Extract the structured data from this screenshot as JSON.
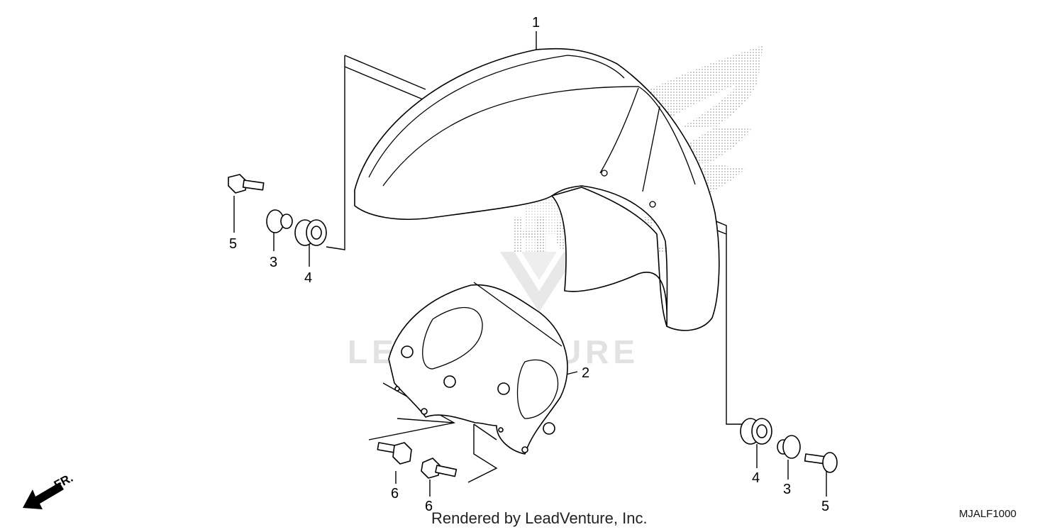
{
  "diagram": {
    "callouts": {
      "fender_label": "1",
      "inner_fender_label": "2",
      "collar_left_label": "3",
      "grommet_left_label": "4",
      "bolt_left_label": "5",
      "collar_right_label": "3",
      "grommet_right_label": "4",
      "bolt_right_label": "5",
      "flange_bolt_a_label": "6",
      "flange_bolt_b_label": "6"
    },
    "direction_label": "FR.",
    "watermark": "LEADVENTURE",
    "brand_logo": "HONDA",
    "icons": {
      "front_direction": "arrow-front-icon",
      "brand": "honda-wing-logo",
      "watermark": "leadventure-logo"
    }
  },
  "footer": {
    "rendered_by": "Rendered by LeadVenture, Inc.",
    "diagram_code": "MJALF1000"
  }
}
